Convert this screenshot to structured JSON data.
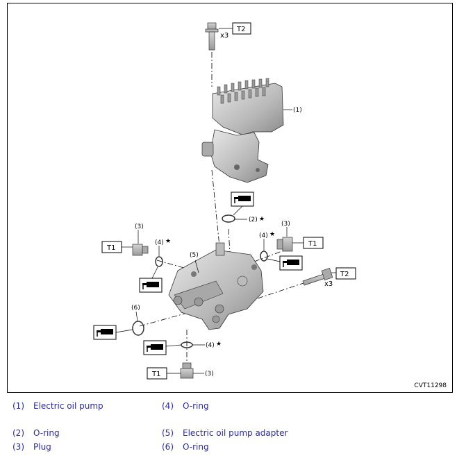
{
  "figure": {
    "code": "CVT11298",
    "torque_labels": {
      "t1": "T1",
      "t2": "T2"
    },
    "quantity_labels": {
      "x3_top": "x3",
      "x3_right": "x3"
    },
    "callouts": {
      "c1": "(1)",
      "c2": "(2)",
      "c3a": "(3)",
      "c3b": "(3)",
      "c3c": "(3)",
      "c4a": "(4)",
      "c4b": "(4)",
      "c4c": "(4)",
      "c5": "(5)",
      "c6": "(6)"
    },
    "star": "★"
  },
  "legend": [
    {
      "num": "(1)",
      "text": "Electric oil pump"
    },
    {
      "num": "(2)",
      "text": "O-ring"
    },
    {
      "num": "(3)",
      "text": "Plug"
    },
    {
      "num": "(4)",
      "text": "O-ring"
    },
    {
      "num": "(5)",
      "text": "Electric oil pump adapter"
    },
    {
      "num": "(6)",
      "text": "O-ring"
    }
  ]
}
